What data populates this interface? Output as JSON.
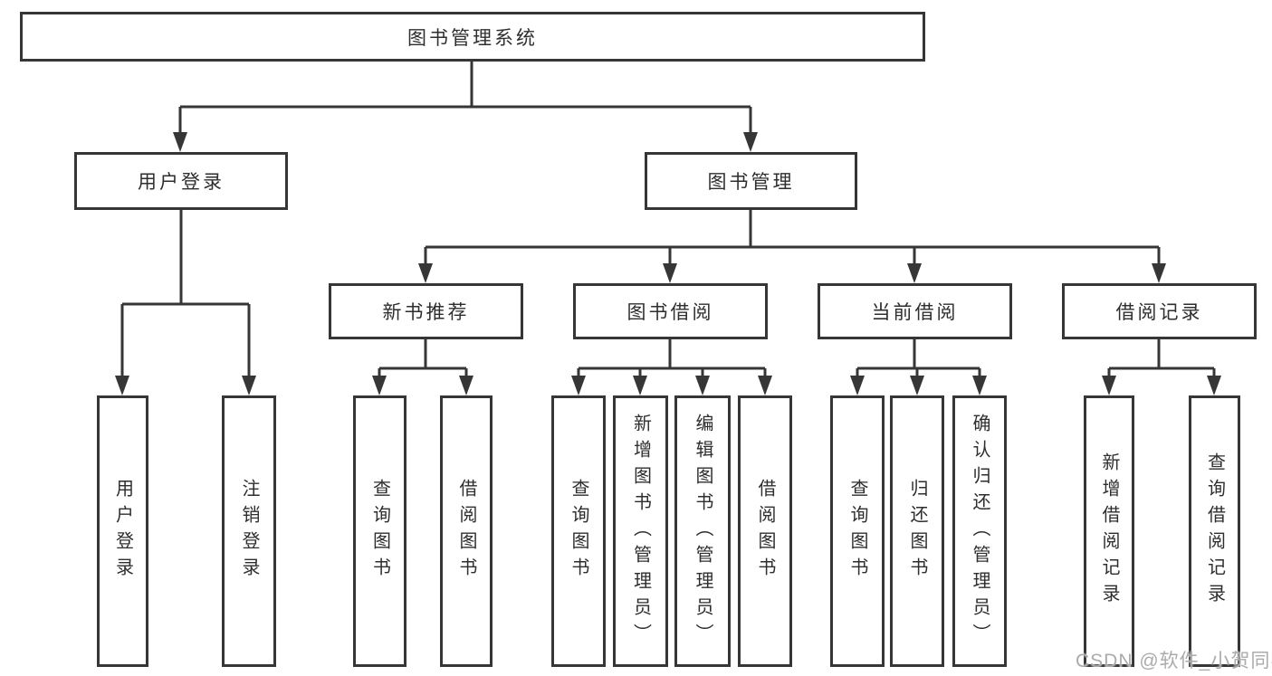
{
  "colors": {
    "line": "#363636",
    "text": "#2e2e2e",
    "watermark": "#ababab",
    "background": "#ffffff"
  },
  "nodes": {
    "root": "图书管理系统",
    "l2_user_login": "用户登录",
    "l2_book_mgmt": "图书管理",
    "l3_new_book": "新书推荐",
    "l3_book_borrow": "图书借阅",
    "l3_current_borrow": "当前借阅",
    "l3_borrow_record": "借阅记录",
    "l4_user_login": "用户登录",
    "l4_logout": "注销登录",
    "l4_nb_query": "查询图书",
    "l4_nb_borrow": "借阅图书",
    "l4_bb_query": "查询图书",
    "l4_bb_add": "新增图书（管理员）",
    "l4_bb_edit": "编辑图书（管理员）",
    "l4_bb_borrow": "借阅图书",
    "l4_cb_query": "查询图书",
    "l4_cb_return": "归还图书",
    "l4_cb_confirm": "确认归还（管理员）",
    "l4_br_add": "新增借阅记录",
    "l4_br_query": "查询借阅记录"
  },
  "watermark": {
    "text": "CSDN @软件_小贺同学"
  }
}
